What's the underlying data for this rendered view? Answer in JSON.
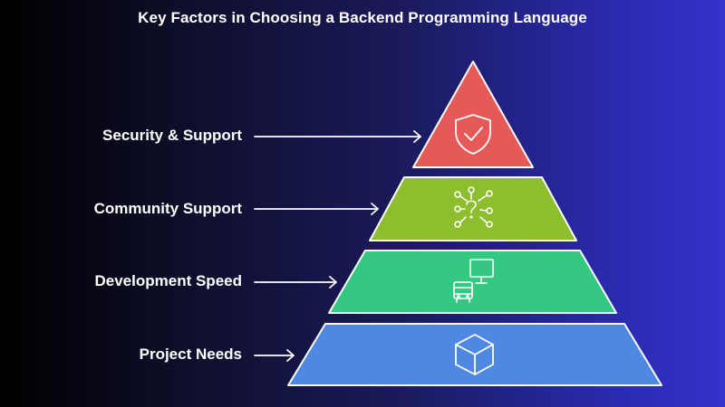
{
  "title": "Key Factors in Choosing a Backend Programming Language",
  "levels": [
    {
      "label": "Security & Support",
      "color": "#e55a58",
      "icon": "shield-check-icon"
    },
    {
      "label": "Community Support",
      "color": "#8cbe2e",
      "icon": "network-question-icon"
    },
    {
      "label": "Development Speed",
      "color": "#35c882",
      "icon": "monitor-vehicle-icon"
    },
    {
      "label": "Project Needs",
      "color": "#4f88e2",
      "icon": "cube-icon"
    }
  ]
}
